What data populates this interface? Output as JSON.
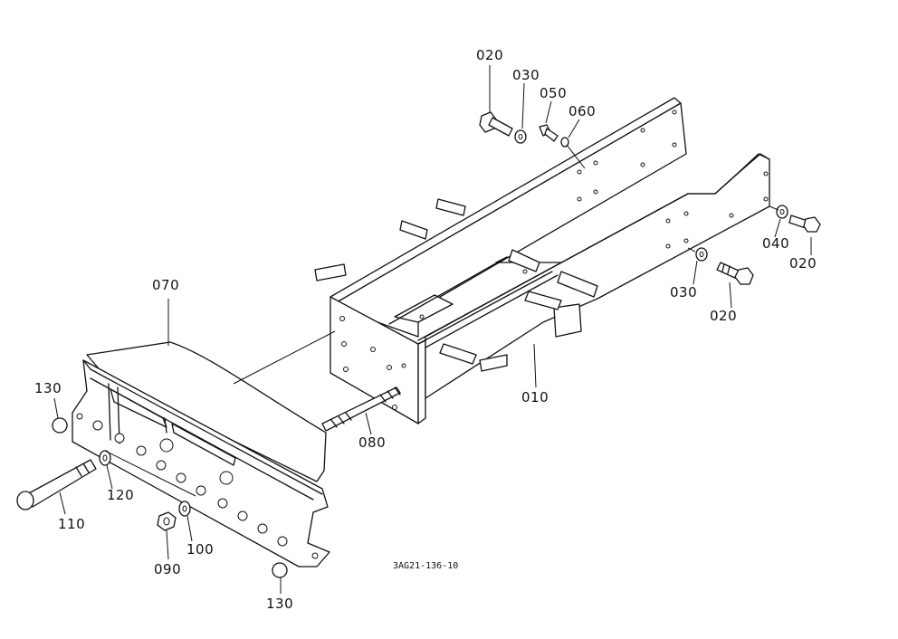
{
  "diagram": {
    "callouts": {
      "c020_top": "020",
      "c030_top": "030",
      "c050": "050",
      "c060": "060",
      "c040": "040",
      "c020_right": "020",
      "c030_mid": "030",
      "c020_mid": "020",
      "c070": "070",
      "c010": "010",
      "c080": "080",
      "c130_left": "130",
      "c120": "120",
      "c110": "110",
      "c100": "100",
      "c090": "090",
      "c130_bottom": "130"
    },
    "reference_code": "3AG21-136-10"
  }
}
